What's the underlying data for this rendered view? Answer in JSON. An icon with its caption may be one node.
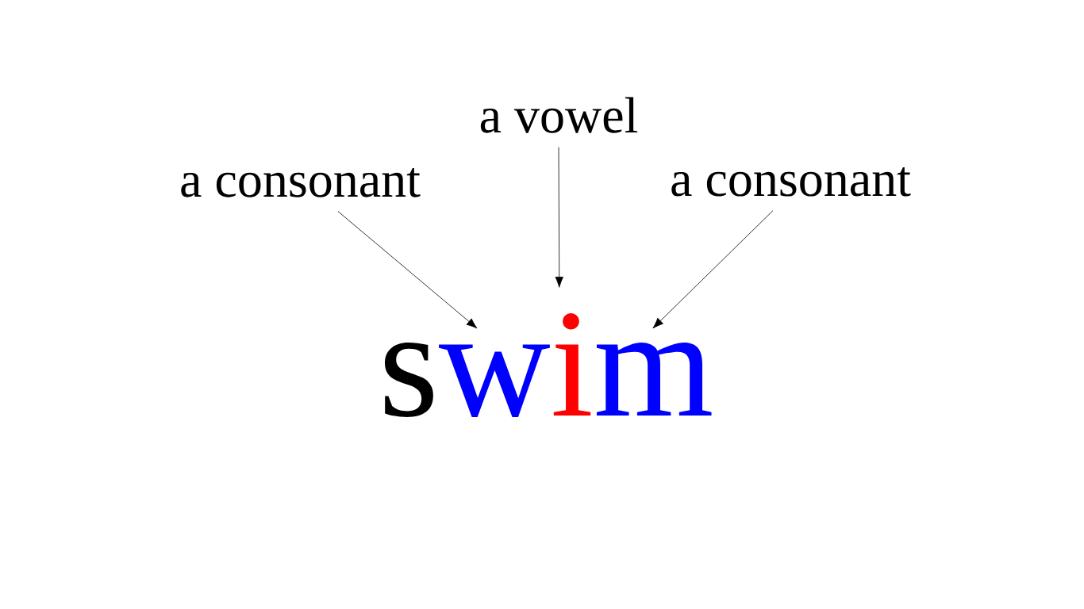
{
  "diagram": {
    "nodes": [
      {
        "text": [
          "a consonant"
        ]
      },
      {
        "text": [
          "a vowel"
        ]
      },
      {
        "text": [
          "a consonant"
        ]
      },
      {
        "text": [
          "w"
        ]
      },
      {
        "text": [
          "i"
        ]
      },
      {
        "text": [
          "m"
        ]
      }
    ],
    "edges": [
      {
        "from": 0,
        "to": 3,
        "arrow": "to"
      },
      {
        "from": 1,
        "to": 4,
        "arrow": "to"
      },
      {
        "from": 2,
        "to": 5,
        "arrow": "to"
      }
    ],
    "labels": [
      "s"
    ]
  }
}
